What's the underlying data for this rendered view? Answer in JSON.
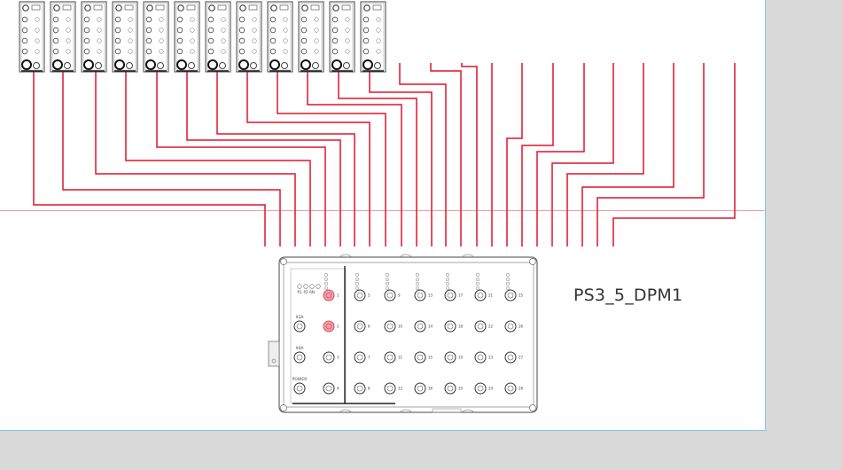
{
  "device": {
    "name": "PS3_5_DPM1"
  },
  "modules": {
    "count": 12
  },
  "main_unit": {
    "left_port_labels": [
      "X2A",
      "X0A",
      "POWER"
    ],
    "status_leds": [
      "P1",
      "P2",
      "RN"
    ],
    "ports": [
      [
        "1",
        "5",
        "9",
        "13",
        "17",
        "21",
        "25"
      ],
      [
        "2",
        "6",
        "10",
        "14",
        "18",
        "22",
        "26"
      ],
      [
        "3",
        "7",
        "11",
        "15",
        "19",
        "23",
        "27"
      ],
      [
        "4",
        "8",
        "12",
        "16",
        "20",
        "24",
        "28"
      ]
    ],
    "highlighted_ports": [
      "1",
      "2"
    ]
  },
  "colors": {
    "wire": "#e0142a",
    "outline": "#444444",
    "guide_line": "#f08080",
    "sheet_border": "#7fc7e6",
    "highlight": "#f4a0a8"
  }
}
